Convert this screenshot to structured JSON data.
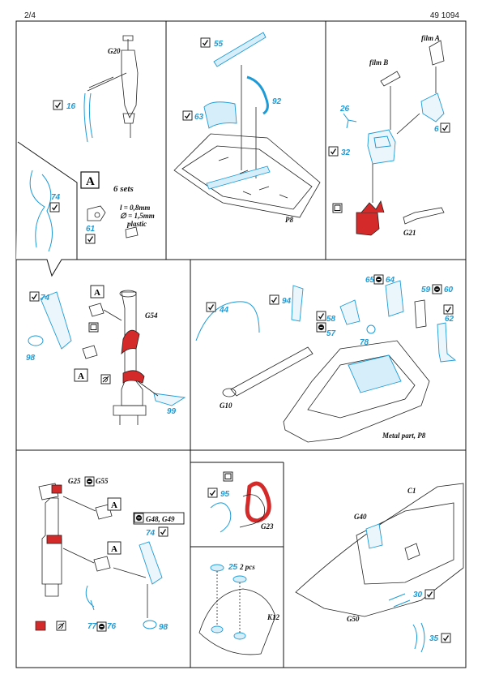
{
  "header": {
    "page": "2/4",
    "code": "49 1094"
  },
  "colors": {
    "part_blue": "#1e9bd6",
    "paint_red": "#d42a2a"
  },
  "icons": [
    "bend-icon",
    "fold-icon",
    "remove-icon",
    "paint-icon"
  ],
  "panel1": {
    "g20": "G20",
    "p16": "16"
  },
  "panel2": {
    "p55": "55",
    "p63": "63",
    "p92": "92",
    "p8": "P8"
  },
  "panel3": {
    "film_a": "film A",
    "film_b": "film B",
    "p26": "26",
    "p32": "32",
    "p6": "6",
    "g21": "G21"
  },
  "panel4": {
    "p74": "74"
  },
  "panel5": {
    "a_letter": "A",
    "sets": "6 sets",
    "spec_l": "l = 0,8mm",
    "spec_d": "∅ = 1,5mm",
    "spec_m": "plastic",
    "p61": "61"
  },
  "panel6": {
    "p74": "74",
    "p98": "98",
    "a1": "A",
    "a2": "A",
    "g54": "G54",
    "p99": "99"
  },
  "panel7": {
    "p44": "44",
    "p94": "94",
    "p58": "58",
    "p57": "57",
    "p78": "78",
    "p65": "65",
    "p64": "64",
    "p59": "59",
    "p60": "60",
    "p62": "62",
    "g10": "G10",
    "metal": "Metal part, P8"
  },
  "panel8": {
    "g25": "G25",
    "g55": "G55",
    "g48": "G48, G49",
    "p74": "74",
    "a1": "A",
    "a2": "A",
    "p77": "77",
    "p76": "76",
    "p98": "98"
  },
  "panel9": {
    "p95": "95",
    "g23": "G23"
  },
  "panel10": {
    "p25": "25",
    "pcs": "2 pcs",
    "k12": "K12"
  },
  "panel11": {
    "c1": "C1",
    "g40": "G40",
    "g50": "G50",
    "p30": "30",
    "p35": "35"
  }
}
